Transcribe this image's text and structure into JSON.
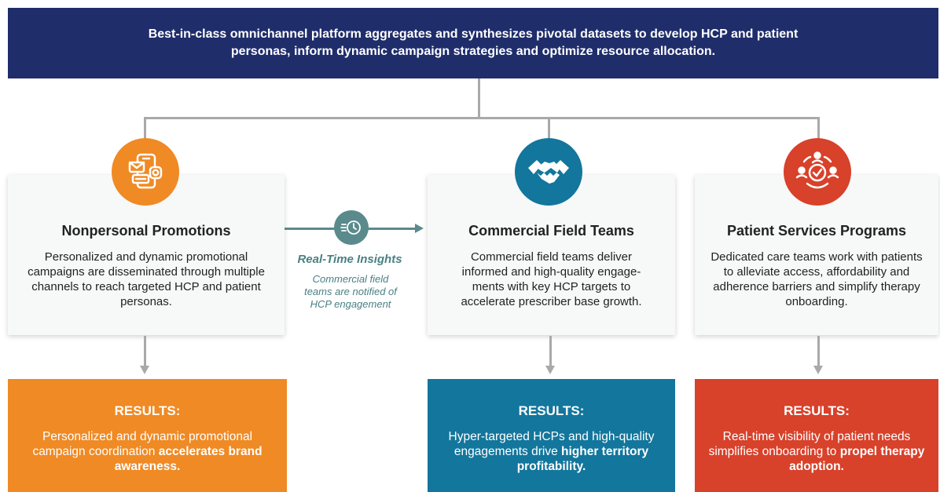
{
  "banner": {
    "text": "Best-in-class omnichannel platform aggregates and synthesizes pivotal datasets to develop HCP and patient personas, inform dynamic campaign strategies and optimize resource allocation."
  },
  "columns": [
    {
      "icon": "smartphone-messages-icon",
      "color": "#ef8a25",
      "title": "Nonpersonal Promotions",
      "body": "Personalized and dynamic promotional campaigns are disseminated through multiple channels to reach targeted HCP and patient personas.",
      "results_label": "RESULTS:",
      "results_text": "Personalized and dynamic promotional campaign coordination",
      "results_bold": "accelerates brand awareness."
    },
    {
      "icon": "handshake-icon",
      "color": "#13769c",
      "title": "Commercial Field Teams",
      "body": "Commercial field teams deliver informed and high-quality engage-ments with key HCP targets to accelerate prescriber base growth.",
      "results_label": "RESULTS:",
      "results_text": "Hyper-targeted HCPs and high-quality engagements drive",
      "results_bold": "higher territory profitability."
    },
    {
      "icon": "patient-care-team-icon",
      "color": "#d8412a",
      "title": "Patient Services Programs",
      "body": "Dedicated care teams work with patients to alleviate access, affordability and adherence barriers and simplify therapy onboarding.",
      "results_label": "RESULTS:",
      "results_text": "Real-time visibility of patient needs simplifies onboarding to",
      "results_bold": "propel therapy adoption."
    }
  ],
  "insights": {
    "icon": "clock-signal-icon",
    "color": "#5a8a8c",
    "title": "Real-Time Insights",
    "body": "Commercial field teams are notified of HCP engagement"
  }
}
